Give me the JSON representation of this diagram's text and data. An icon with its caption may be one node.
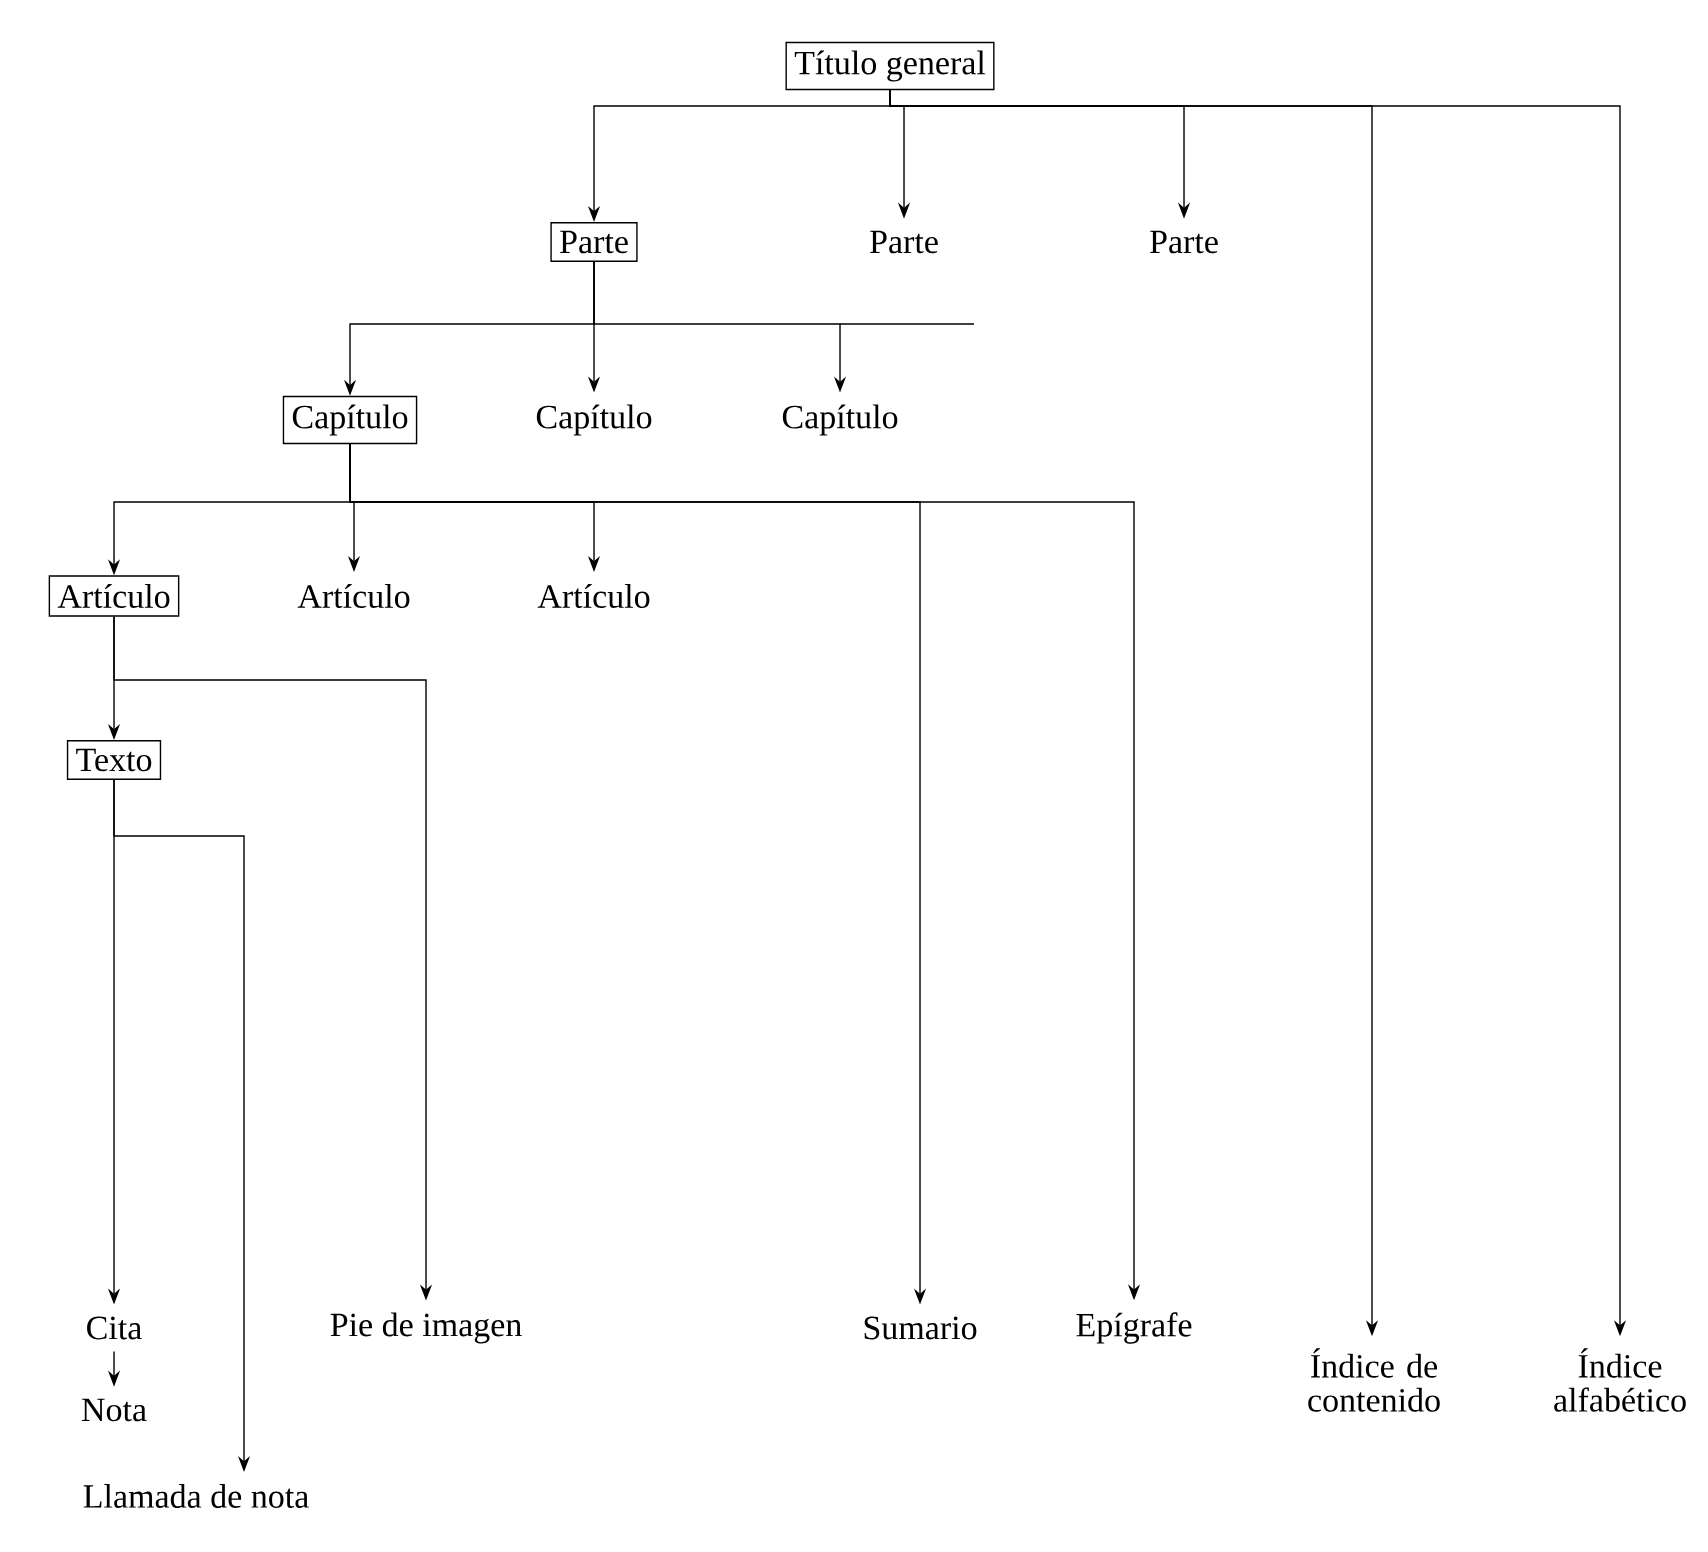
{
  "diagram": {
    "nodes": [
      {
        "text": [
          "Título general"
        ]
      },
      {
        "text": [
          "Parte"
        ]
      },
      {
        "text": [
          "Parte"
        ]
      },
      {
        "text": [
          "Parte"
        ]
      },
      {
        "text": [
          "Índice de contenido"
        ]
      },
      {
        "text": [
          "Índice alfabético"
        ]
      },
      {
        "text": [
          "Capítulo"
        ]
      },
      {
        "text": [
          "Capítulo"
        ]
      },
      {
        "text": [
          "Capítulo"
        ]
      },
      {
        "text": [
          "Artículo"
        ]
      },
      {
        "text": [
          "Artículo"
        ]
      },
      {
        "text": [
          "Artículo"
        ]
      },
      {
        "text": [
          "Sumario"
        ]
      },
      {
        "text": [
          "Epígrafe"
        ]
      },
      {
        "text": [
          "Texto"
        ]
      },
      {
        "text": [
          "Pie de imagen"
        ]
      },
      {
        "text": [
          "Cita"
        ]
      },
      {
        "text": [
          "Nota"
        ]
      },
      {
        "text": [
          "Llamada de nota"
        ]
      }
    ],
    "edges": [
      {
        "from": 0,
        "to": 1,
        "arrow": "to"
      },
      {
        "from": 0,
        "to": 2,
        "arrow": "to"
      },
      {
        "from": 0,
        "to": 3,
        "arrow": "to"
      },
      {
        "from": 0,
        "to": 4,
        "arrow": "to"
      },
      {
        "from": 0,
        "to": 5,
        "arrow": "to"
      },
      {
        "from": 1,
        "to": 6,
        "arrow": "to"
      },
      {
        "from": 1,
        "to": 7,
        "arrow": "to"
      },
      {
        "from": 1,
        "to": 8,
        "arrow": "to"
      },
      {
        "from": 6,
        "to": 9,
        "arrow": "to"
      },
      {
        "from": 6,
        "to": 10,
        "arrow": "to"
      },
      {
        "from": 6,
        "to": 11,
        "arrow": "to"
      },
      {
        "from": 6,
        "to": 12,
        "arrow": "to"
      },
      {
        "from": 6,
        "to": 13,
        "arrow": "to"
      },
      {
        "from": 9,
        "to": 14,
        "arrow": "to"
      },
      {
        "from": 9,
        "to": 15,
        "arrow": "to"
      },
      {
        "from": 14,
        "to": 16,
        "arrow": "to"
      },
      {
        "from": 14,
        "to": 18,
        "arrow": "to"
      },
      {
        "from": 16,
        "to": 17,
        "arrow": "to"
      }
    ]
  }
}
